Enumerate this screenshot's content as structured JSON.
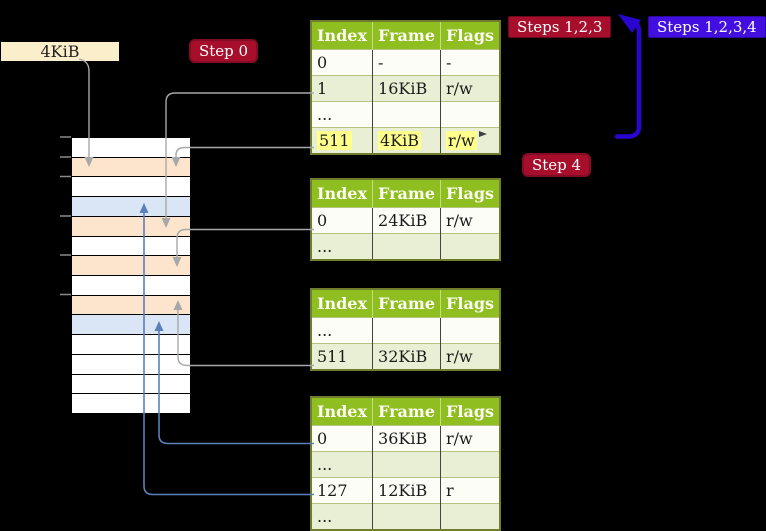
{
  "frame_size_label": {
    "text": "4KiB"
  },
  "badges": {
    "step0": {
      "text": "Step 0"
    },
    "steps123": {
      "text": "Steps 1,2,3"
    },
    "steps1234": {
      "text": "Steps 1,2,3,4"
    },
    "step4": {
      "text": "Step 4"
    }
  },
  "page_tables": [
    {
      "name": "page-table-level-1",
      "headers": [
        "Index",
        "Frame",
        "Flags"
      ],
      "rows": [
        {
          "cells": [
            "0",
            "-",
            "-"
          ]
        },
        {
          "cells": [
            "1",
            "16KiB",
            "r/w"
          ]
        },
        {
          "cells": [
            "...",
            "",
            ""
          ]
        },
        {
          "cells": [
            "511",
            "4KiB",
            "r/w"
          ],
          "highlight": true
        }
      ]
    },
    {
      "name": "page-table-level-2",
      "headers": [
        "Index",
        "Frame",
        "Flags"
      ],
      "rows": [
        {
          "cells": [
            "0",
            "24KiB",
            "r/w"
          ]
        },
        {
          "cells": [
            "...",
            "",
            ""
          ]
        }
      ]
    },
    {
      "name": "page-table-level-3",
      "headers": [
        "Index",
        "Frame",
        "Flags"
      ],
      "rows": [
        {
          "cells": [
            "...",
            "",
            ""
          ]
        },
        {
          "cells": [
            "511",
            "32KiB",
            "r/w"
          ]
        }
      ]
    },
    {
      "name": "page-table-level-4",
      "headers": [
        "Index",
        "Frame",
        "Flags"
      ],
      "rows": [
        {
          "cells": [
            "0",
            "36KiB",
            "r/w"
          ]
        },
        {
          "cells": [
            "...",
            "",
            ""
          ]
        },
        {
          "cells": [
            "127",
            "12KiB",
            "r"
          ]
        },
        {
          "cells": [
            "...",
            "",
            ""
          ]
        }
      ]
    }
  ],
  "memory_column": {
    "row_colors": [
      "white",
      "peach",
      "white",
      "blue",
      "peach",
      "white",
      "peach",
      "white",
      "peach",
      "blue",
      "white",
      "white",
      "white",
      "white"
    ]
  },
  "palette": {
    "label_bg": "#fbeecb",
    "badge_red": "#a60e2b",
    "badge_blue": "#430fe0",
    "table_header_bg": "#8fbe21",
    "table_row_alt_bg": "#e9efd4",
    "table_border": "#6f7d2c",
    "highlight": "#ffff8c",
    "peach": "#fde5cd",
    "blue": "#dae6f5",
    "gray_connector": "#a8a8a8",
    "blue_connector": "#5b80ba",
    "big_arrow": "#2a04cf"
  }
}
